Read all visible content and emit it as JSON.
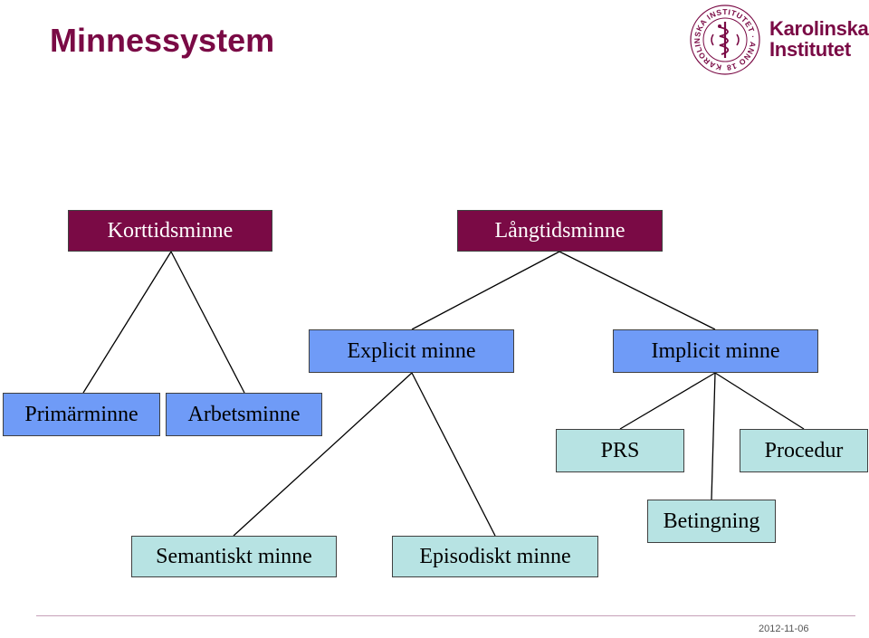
{
  "slide": {
    "title": "Minnessystem",
    "date": "2012-11-06"
  },
  "logo": {
    "line1": "Karolinska",
    "line2": "Institutet",
    "seal_ring_text": "KAROLINSKA INSTITUTET · ANNO 1810",
    "brand_color": "#7a0a45"
  },
  "diagram": {
    "nodes": {
      "korttidsminne": "Korttidsminne",
      "langtidsminne": "Långtidsminne",
      "explicit": "Explicit minne",
      "implicit": "Implicit minne",
      "primarminne": "Primärminne",
      "arbetsminne": "Arbetsminne",
      "prs": "PRS",
      "procedur": "Procedur",
      "betingning": "Betingning",
      "semantiskt": "Semantiskt minne",
      "episodiskt": "Episodiskt minne"
    },
    "edges": [
      [
        "korttidsminne",
        "primarminne"
      ],
      [
        "korttidsminne",
        "arbetsminne"
      ],
      [
        "langtidsminne",
        "explicit"
      ],
      [
        "langtidsminne",
        "implicit"
      ],
      [
        "explicit",
        "semantiskt"
      ],
      [
        "explicit",
        "episodiskt"
      ],
      [
        "implicit",
        "prs"
      ],
      [
        "implicit",
        "betingning"
      ],
      [
        "implicit",
        "procedur"
      ]
    ],
    "colors": {
      "level1_fill": "#7a0a45",
      "level2_fill": "#6f9bf7",
      "level3_fill": "#b7e3e3",
      "line": "#000000"
    }
  }
}
